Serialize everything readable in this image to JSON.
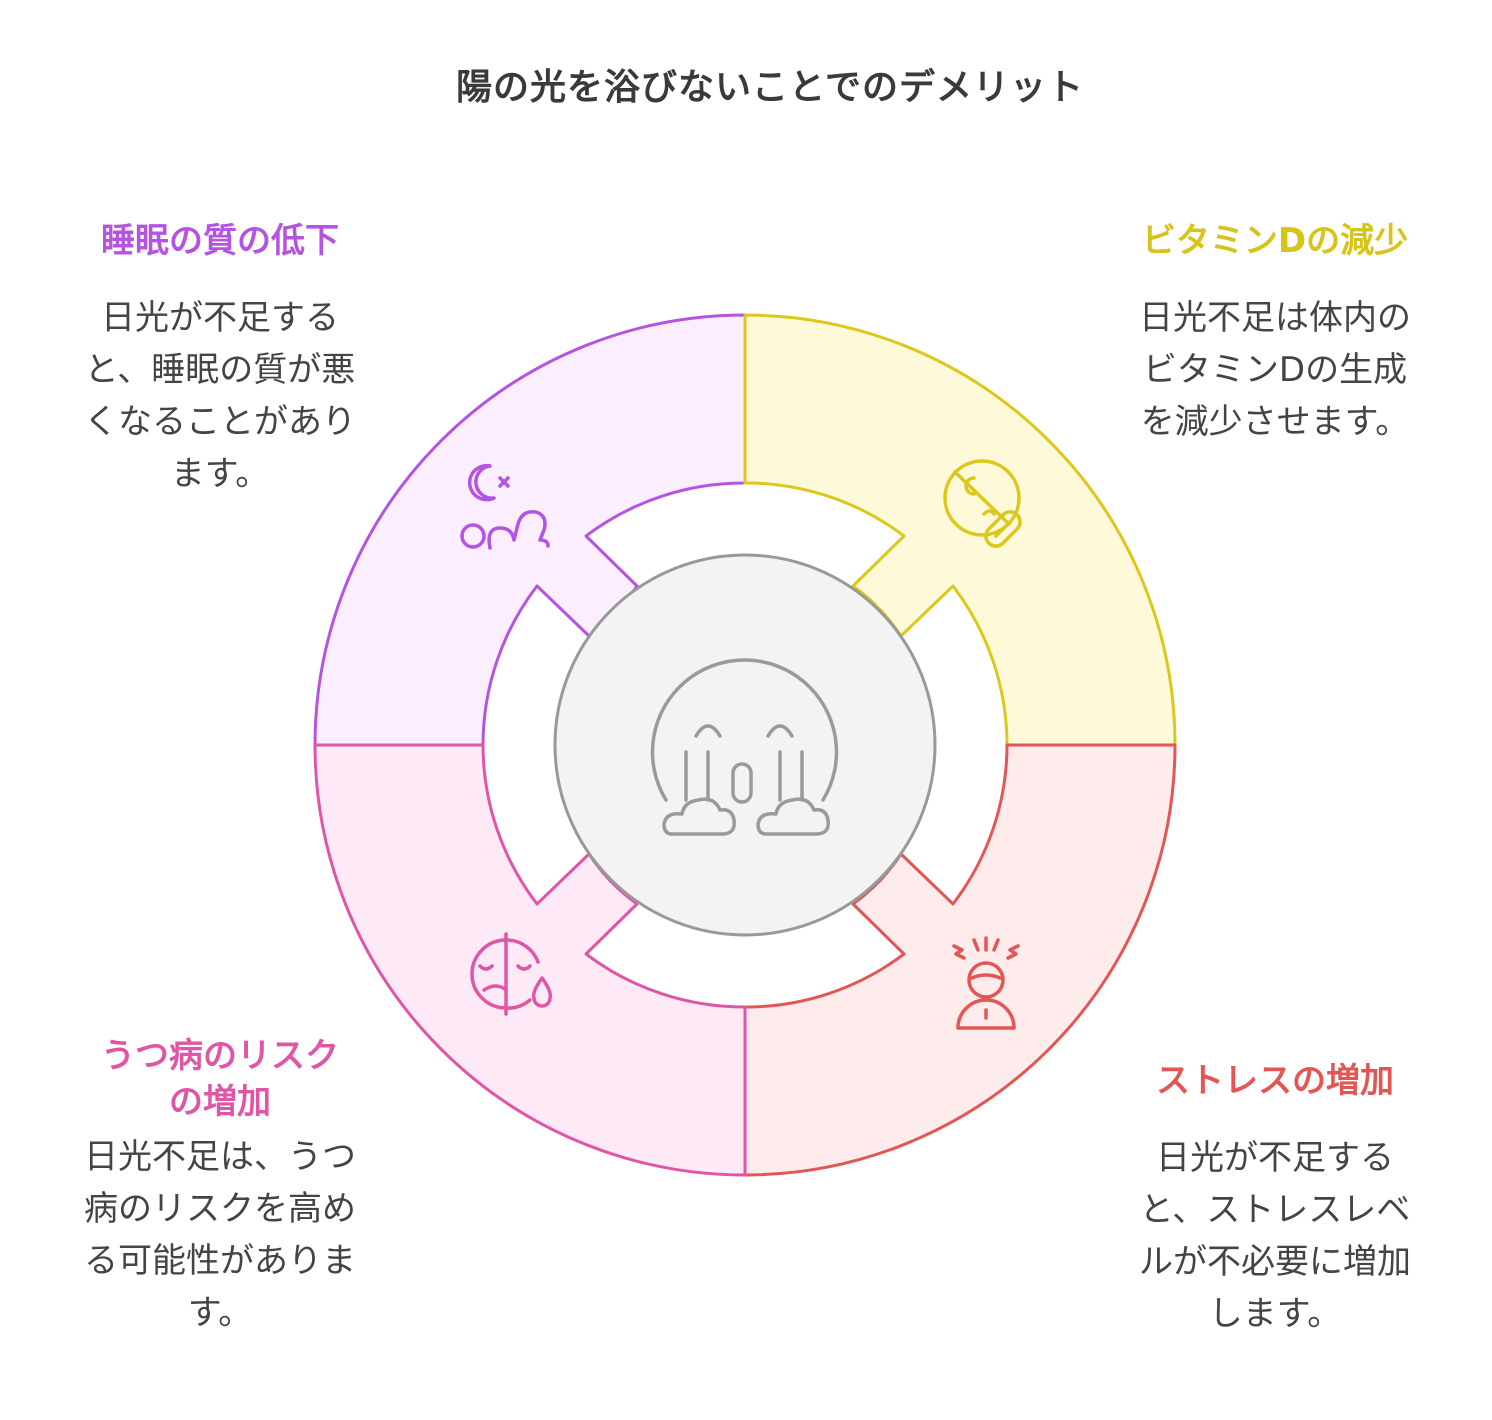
{
  "title": "陽の光を浴びないことでのデメリット",
  "center": {
    "icon": "crying-face-icon"
  },
  "segments": [
    {
      "key": "sleep",
      "heading_lines": [
        "睡眠の質の低下"
      ],
      "desc_lines": [
        "日光が不足する",
        "と、睡眠の質が悪",
        "くなることがあり",
        "ます。"
      ],
      "icon": "sleep-moon-person-icon",
      "color": "#b454e0",
      "fill": "#fbefff"
    },
    {
      "key": "vitamin",
      "heading_lines": [
        "ビタミンDの減少"
      ],
      "desc_lines": [
        "日光不足は体内の",
        "ビタミンDの生成",
        "を減少させます。"
      ],
      "icon": "vitamin-pill-icon",
      "color": "#dcc81a",
      "fill": "#fef9d9"
    },
    {
      "key": "stress",
      "heading_lines": [
        "ストレスの増加"
      ],
      "desc_lines": [
        "日光が不足する",
        "と、ストレスレベ",
        "ルが不必要に増加",
        "します。"
      ],
      "icon": "stressed-person-icon",
      "color": "#e25654",
      "fill": "#feecec"
    },
    {
      "key": "depression",
      "heading_lines": [
        "うつ病のリスク",
        "の増加"
      ],
      "desc_lines": [
        "日光不足は、うつ",
        "病のリスクを高め",
        "る可能性がありま",
        "す。"
      ],
      "icon": "sad-face-tear-icon",
      "color": "#df56a6",
      "fill": "#fdeaf6"
    }
  ]
}
